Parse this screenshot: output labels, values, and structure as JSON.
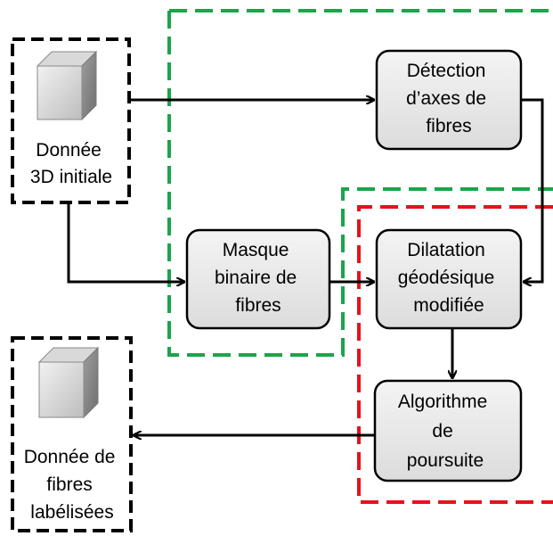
{
  "colors": {
    "input_output_border": "#000000",
    "process_box_fill": "#e6e6e6",
    "group_green": "#1aa54a",
    "group_red": "#e5121b",
    "arrow": "#000000"
  },
  "icons": {
    "cube": "cube-icon"
  },
  "nodes": {
    "input": {
      "lines": [
        "Donnée",
        "3D initiale"
      ]
    },
    "output": {
      "lines": [
        "Donnée de",
        "fibres",
        "labélisées"
      ]
    },
    "axis_detection": {
      "lines": [
        "Détection",
        "d’axes de",
        "fibres"
      ]
    },
    "binary_mask": {
      "lines": [
        "Masque",
        "binaire de",
        "fibres"
      ]
    },
    "geodesic_dilation": {
      "lines": [
        "Dilatation",
        "géodésique",
        "modifiée"
      ]
    },
    "tracking": {
      "lines": [
        "Algorithme",
        "de",
        "poursuite"
      ]
    }
  }
}
